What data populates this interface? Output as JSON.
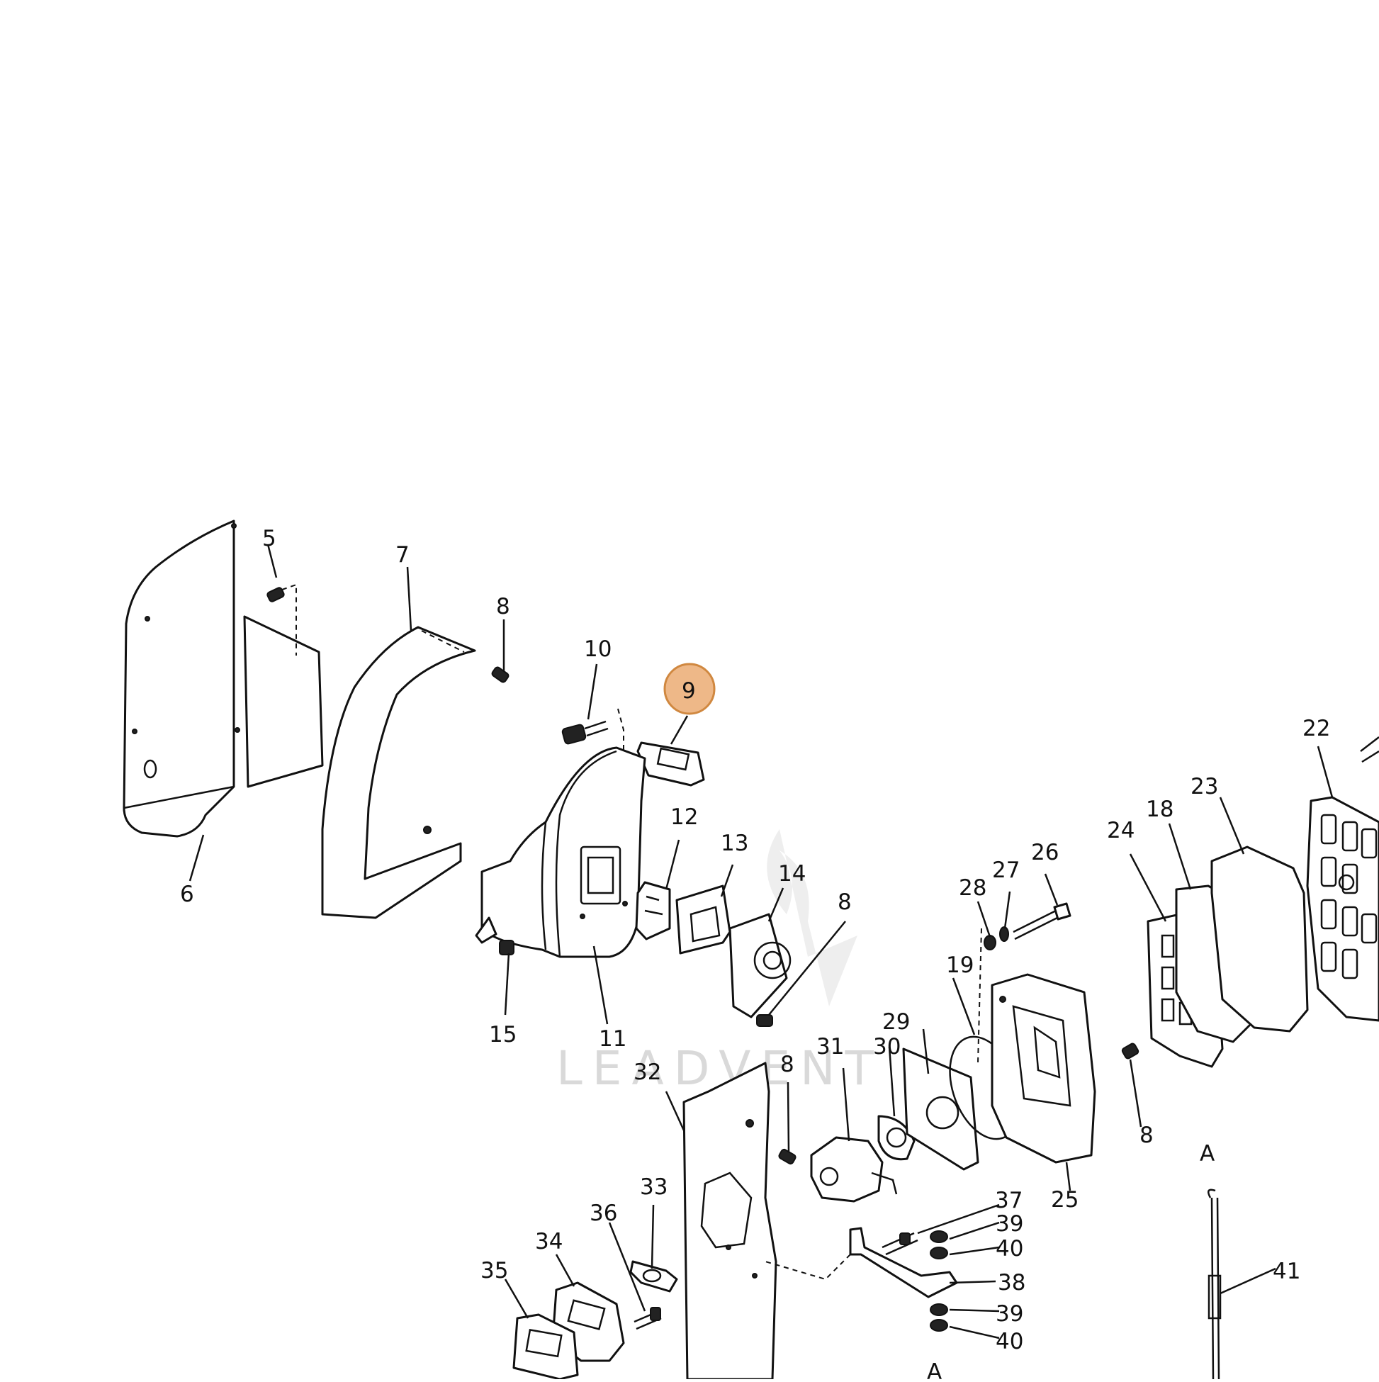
{
  "diagram": {
    "watermark": "LEADVENT",
    "highlight_color": "#e8a060",
    "highlighted_callout": "9",
    "callouts": [
      "5",
      "6",
      "7",
      "8",
      "9",
      "10",
      "11",
      "12",
      "13",
      "14",
      "15",
      "18",
      "19",
      "22",
      "23",
      "24",
      "25",
      "26",
      "27",
      "28",
      "29",
      "30",
      "31",
      "32",
      "33",
      "34",
      "35",
      "36",
      "37",
      "38",
      "39",
      "40",
      "41",
      "A"
    ]
  }
}
